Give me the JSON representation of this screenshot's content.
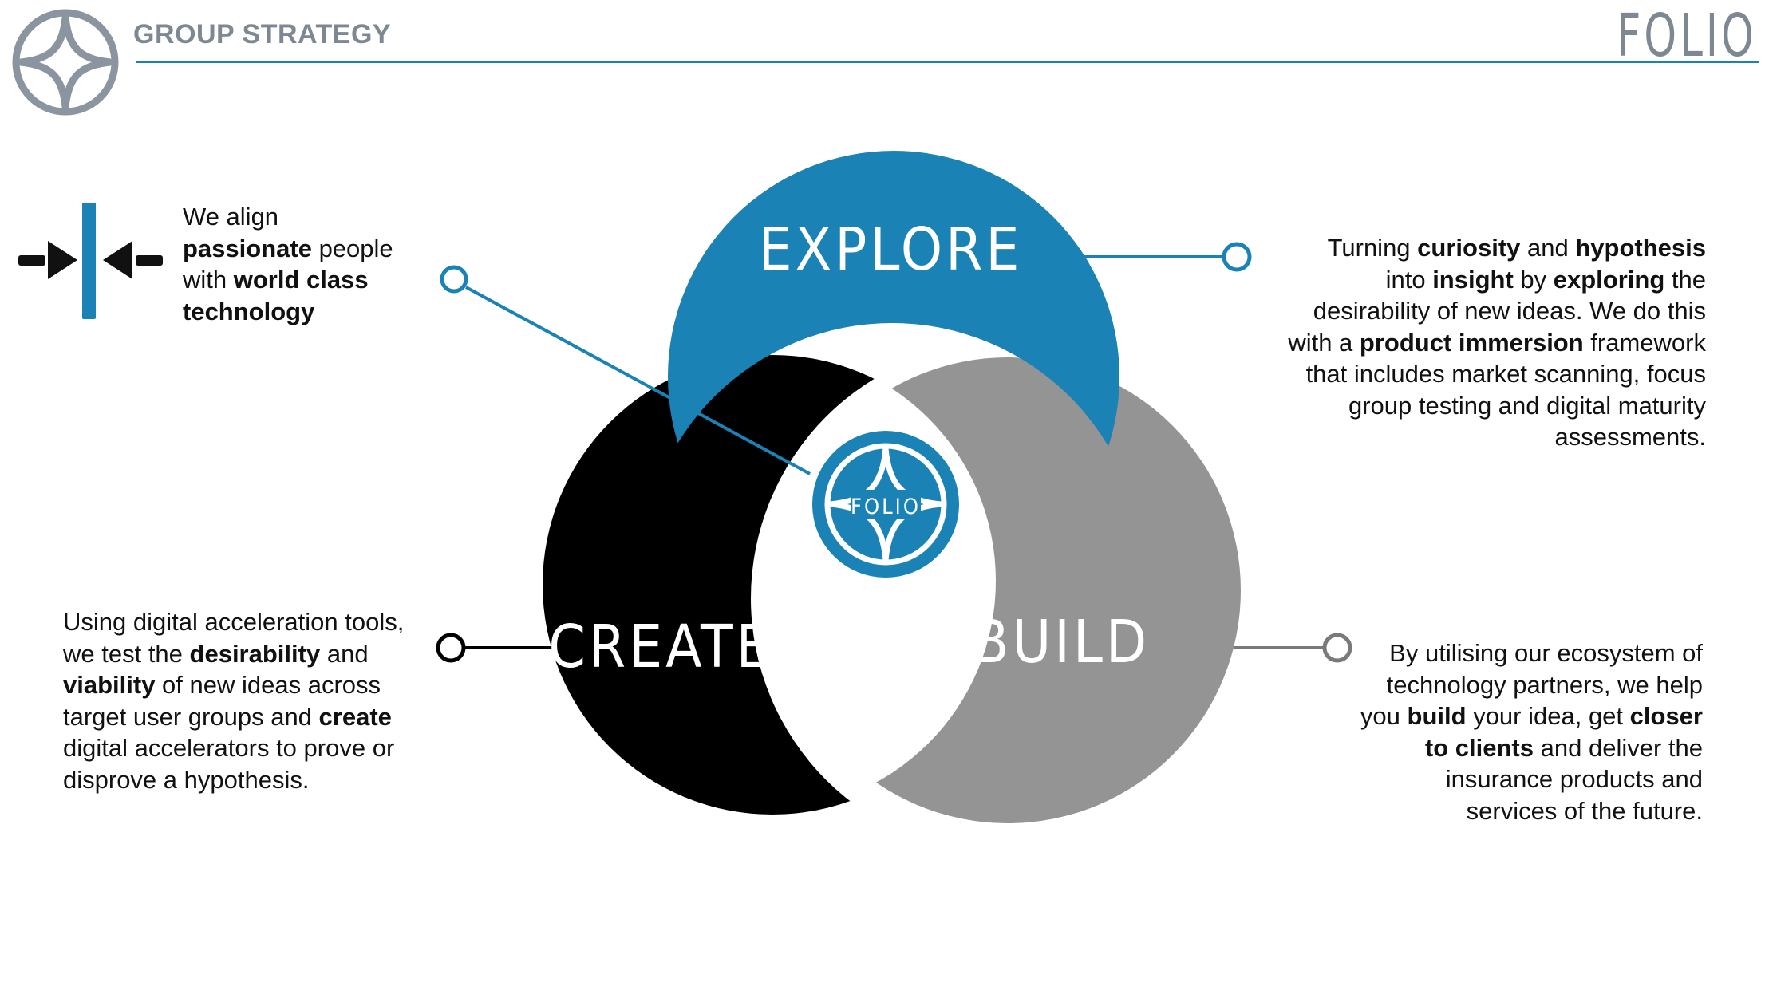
{
  "header": {
    "title": "GROUP STRATEGY",
    "brand": "FOLIO"
  },
  "diagram": {
    "center_logo_text": "FOLIO",
    "explore": {
      "label": "EXPLORE",
      "color": "#1a82b5"
    },
    "create": {
      "label": "CREATE",
      "color": "#000000"
    },
    "build": {
      "label": "BUILD",
      "color": "#949494"
    }
  },
  "align_text": [
    [
      {
        "t": "We align",
        "b": false
      }
    ],
    [
      {
        "t": "passionate",
        "b": true
      },
      {
        "t": " people",
        "b": false
      }
    ],
    [
      {
        "t": "with ",
        "b": false
      },
      {
        "t": "world class",
        "b": true
      }
    ],
    [
      {
        "t": "technology",
        "b": true
      }
    ]
  ],
  "explore_text": [
    [
      {
        "t": "Turning ",
        "b": false
      },
      {
        "t": "curiosity",
        "b": true
      },
      {
        "t": " and ",
        "b": false
      },
      {
        "t": "hypothesis",
        "b": true
      }
    ],
    [
      {
        "t": "into ",
        "b": false
      },
      {
        "t": "insight",
        "b": true
      },
      {
        "t": " by ",
        "b": false
      },
      {
        "t": "exploring",
        "b": true
      },
      {
        "t": " the",
        "b": false
      }
    ],
    [
      {
        "t": "desirability of new ideas. We do this",
        "b": false
      }
    ],
    [
      {
        "t": "with a ",
        "b": false
      },
      {
        "t": "product immersion",
        "b": true
      },
      {
        "t": " framework",
        "b": false
      }
    ],
    [
      {
        "t": "that includes market scanning, focus",
        "b": false
      }
    ],
    [
      {
        "t": "group testing and digital maturity",
        "b": false
      }
    ],
    [
      {
        "t": "assessments.",
        "b": false
      }
    ]
  ],
  "create_text": [
    [
      {
        "t": "Using digital acceleration tools,",
        "b": false
      }
    ],
    [
      {
        "t": "we test the ",
        "b": false
      },
      {
        "t": "desirability",
        "b": true
      },
      {
        "t": " and",
        "b": false
      }
    ],
    [
      {
        "t": "viability",
        "b": true
      },
      {
        "t": " of new ideas across",
        "b": false
      }
    ],
    [
      {
        "t": "target user groups and ",
        "b": false
      },
      {
        "t": "create",
        "b": true
      }
    ],
    [
      {
        "t": "digital accelerators to prove or",
        "b": false
      }
    ],
    [
      {
        "t": "disprove a hypothesis.",
        "b": false
      }
    ]
  ],
  "build_text": [
    [
      {
        "t": "By utilising our ecosystem of",
        "b": false
      }
    ],
    [
      {
        "t": "technology partners, we help",
        "b": false
      }
    ],
    [
      {
        "t": "you ",
        "b": false
      },
      {
        "t": "build",
        "b": true
      },
      {
        "t": " your idea, get ",
        "b": false
      },
      {
        "t": "closer",
        "b": true
      }
    ],
    [
      {
        "t": "to clients",
        "b": true
      },
      {
        "t": " and deliver the",
        "b": false
      }
    ],
    [
      {
        "t": "insurance products and",
        "b": false
      }
    ],
    [
      {
        "t": "services of the future.",
        "b": false
      }
    ]
  ]
}
